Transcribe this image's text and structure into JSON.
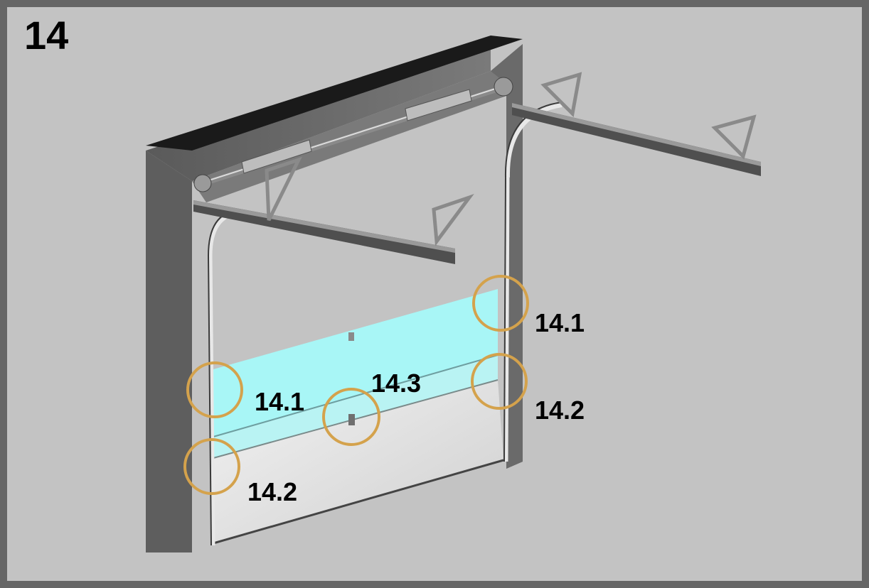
{
  "step_number": "14",
  "callouts": [
    {
      "id": "c1",
      "label": "14.1"
    },
    {
      "id": "c2",
      "label": "14.1"
    },
    {
      "id": "c3",
      "label": "14.3"
    },
    {
      "id": "c4",
      "label": "14.2"
    },
    {
      "id": "c5",
      "label": "14.2"
    }
  ],
  "colors": {
    "background": "#c3c3c3",
    "frame": "#666666",
    "highlight_panel": "#a8f6f6",
    "callout_ring": "#d4a24c",
    "wall": "#6f6f6f"
  }
}
